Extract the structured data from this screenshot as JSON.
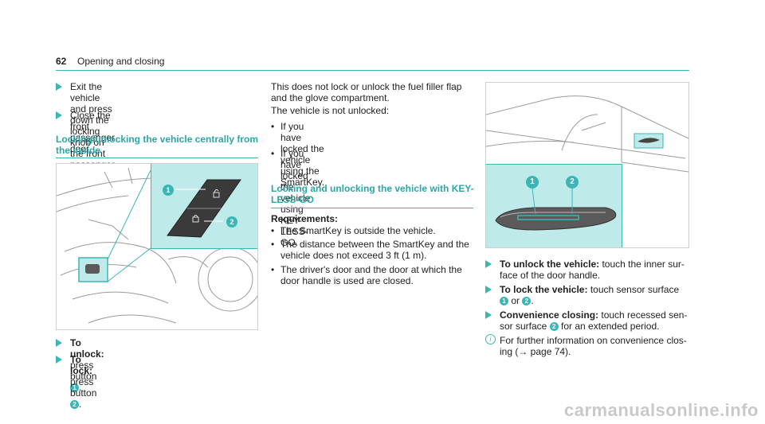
{
  "header": {
    "page_number": "62",
    "title": "Opening and closing"
  },
  "left": {
    "steps_top": [
      {
        "line1": "Exit the vehicle and press down the locking",
        "line2": "knob on the front passenger door."
      },
      {
        "line1": "Close the front passenger door."
      }
    ],
    "section_title_1": "Locking/unlocking the vehicle centrally from",
    "section_title_2": "the inside",
    "figure_callouts": [
      "1",
      "2"
    ],
    "steps_bottom": [
      {
        "bold": "To unlock:",
        "text": " press button ",
        "ref": "1",
        "end": "."
      },
      {
        "bold": "To lock:",
        "text": " press button ",
        "ref": "2",
        "end": "."
      }
    ]
  },
  "middle": {
    "intro_1": "This does not lock or unlock the fuel filler flap",
    "intro_2": "and the glove compartment.",
    "intro_3": "The vehicle is not unlocked:",
    "bullets_a": [
      {
        "line1": "If you have locked the vehicle using the",
        "line2": "SmartKey."
      },
      {
        "line1": "If you have locked the vehicle using KEY-",
        "line2": "LESS-GO."
      }
    ],
    "section_title_1": "Locking and unlocking the vehicle with KEY-",
    "section_title_2": "LESS-GO",
    "requirements_label": "Requirements:",
    "bullets_b": [
      {
        "line1": "The SmartKey is outside the vehicle."
      },
      {
        "line1": "The distance between the SmartKey and the",
        "line2": "vehicle does not exceed 3 ft (1 m)."
      },
      {
        "line1": "The driver's door and the door at which the",
        "line2": "door handle is used are closed."
      }
    ]
  },
  "right": {
    "figure_callouts": [
      "1",
      "2"
    ],
    "step1": {
      "bold": "To unlock the vehicle:",
      "l1": " touch the inner sur-",
      "l2": "face of the door handle."
    },
    "step2": {
      "bold": "To lock the vehicle:",
      "l1": " touch sensor surface",
      "ref1": "1",
      "or": " or ",
      "ref2": "2",
      "end": "."
    },
    "step3": {
      "bold": "Convenience closing:",
      "l1": " touch recessed sen-",
      "l2a": "sor surface ",
      "ref": "2",
      "l2b": " for an extended period."
    },
    "info": {
      "l1": "For further information on convenience clos-",
      "l2": "ing (→ page 74)."
    }
  },
  "watermark": "carmanualsonline.info",
  "colors": {
    "accent": "#3bb6b6",
    "highlight": "#bfeaea"
  }
}
